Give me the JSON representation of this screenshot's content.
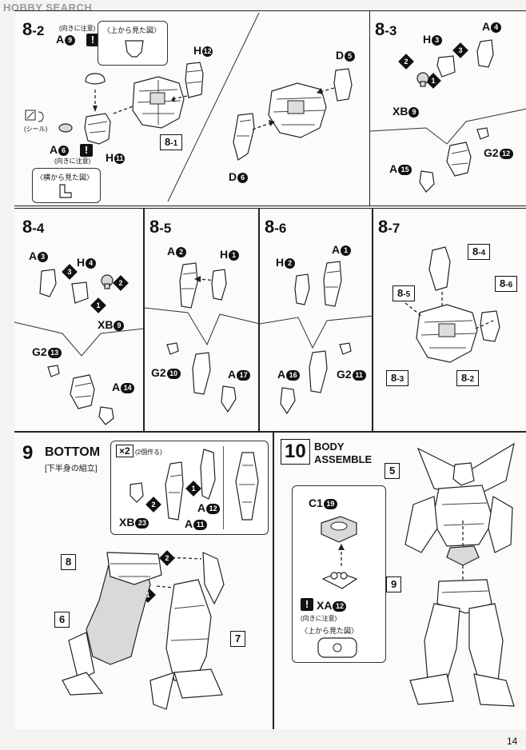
{
  "watermark": "HOBBY SEARCH",
  "page_number": "14",
  "notes": {
    "top_view": "〈上から見た図〉",
    "side_view": "〈横から見た図〉",
    "mind_direction": "(向きに注意)",
    "seal": "(シール)",
    "make_two": "(2個作る)",
    "lower_body": "[下半身の組立]"
  },
  "steps": {
    "s82": {
      "num": "8",
      "sub": "-2",
      "labels": [
        "A",
        "H",
        "H",
        "A",
        "D",
        "D"
      ],
      "circles": [
        "9",
        "12",
        "11",
        "6",
        "5",
        "6"
      ],
      "ref": [
        "8",
        "-1"
      ]
    },
    "s83": {
      "num": "8",
      "sub": "-3",
      "labels": [
        "H",
        "A",
        "XB",
        "G2",
        "A"
      ],
      "circles": [
        "3",
        "4",
        "9",
        "12",
        "15"
      ]
    },
    "s84": {
      "num": "8",
      "sub": "-4",
      "labels": [
        "A",
        "H",
        "XB",
        "G2",
        "A"
      ],
      "circles": [
        "3",
        "4",
        "9",
        "13",
        "14"
      ]
    },
    "s85": {
      "num": "8",
      "sub": "-5",
      "labels": [
        "A",
        "H",
        "G2",
        "A"
      ],
      "circles": [
        "2",
        "1",
        "10",
        "17"
      ]
    },
    "s86": {
      "num": "8",
      "sub": "-6",
      "labels": [
        "H",
        "A",
        "A",
        "G2"
      ],
      "circles": [
        "2",
        "1",
        "16",
        "11"
      ]
    },
    "s87": {
      "num": "8",
      "sub": "-7",
      "refs": [
        [
          "8",
          "-4"
        ],
        [
          "8",
          "-5"
        ],
        [
          "8",
          "-6"
        ],
        [
          "8",
          "-3"
        ],
        [
          "8",
          "-2"
        ]
      ]
    },
    "s9": {
      "num": "9",
      "title": "BOTTOM",
      "mult": "×2",
      "labels": [
        "XB",
        "A",
        "A"
      ],
      "circles": [
        "23",
        "11",
        "12"
      ],
      "boxes": [
        "8",
        "6",
        "7"
      ]
    },
    "s10": {
      "num": "10",
      "title1": "BODY",
      "title2": "ASSEMBLE",
      "labels": [
        "C1",
        "XA"
      ],
      "circles": [
        "19",
        "12"
      ],
      "boxes": [
        "5",
        "9"
      ]
    }
  },
  "seq": [
    "1",
    "2",
    "3"
  ],
  "colors": {
    "ink": "#111111",
    "paper": "#f4f3f1",
    "panel": "#fbfbfa",
    "shade": "#d9d9d9"
  }
}
